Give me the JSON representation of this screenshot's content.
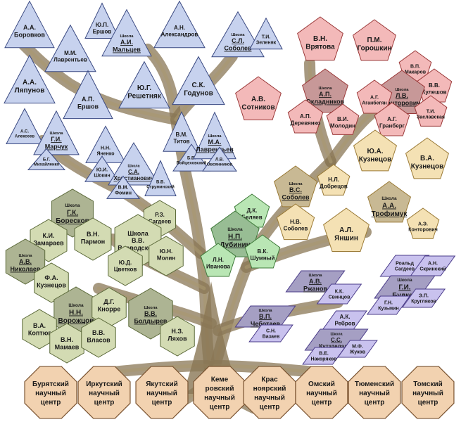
{
  "colors": {
    "blue_fill": "#c7d2ee",
    "blue_stroke": "#3b4a82",
    "red_fill": "#f3b9b9",
    "red_stroke": "#9b3a3a",
    "yellow_fill": "#f4e1b4",
    "yellow_stroke": "#9a7a36",
    "green_fill": "#b9e6b4",
    "green_stroke": "#3f7a3a",
    "olive_fill": "#d3dbb3",
    "olive_stroke": "#5c6a3a",
    "purple_fill": "#c9c2ee",
    "purple_stroke": "#4b3c8a",
    "octagon_fill": "#f2d2b0",
    "octagon_stroke": "#7a5330",
    "trunk": "#8a7755"
  },
  "blue_group": [
    {
      "name": "boroviikov",
      "lines": [
        "А.А.",
        "Боровков"
      ]
    },
    {
      "name": "ershov-yup",
      "lines": [
        "Ю.П.",
        "Ершов"
      ]
    },
    {
      "name": "maltsev",
      "school": "Школа",
      "lines": [
        "А.И.",
        "Мальцев"
      ]
    },
    {
      "name": "aleksandrov",
      "lines": [
        "А.Н.",
        "Александров"
      ]
    },
    {
      "name": "sobolev-sl",
      "school": "Школа",
      "lines": [
        "С.Л.",
        "Соболев"
      ]
    },
    {
      "name": "zelenyak",
      "lines": [
        "Т.И.",
        "Зеленяк"
      ]
    },
    {
      "name": "lavrentev-mm",
      "lines": [
        "М.М.",
        "Лаврентьев"
      ]
    },
    {
      "name": "lyapunov",
      "lines": [
        "А.А.",
        "Ляпунов"
      ]
    },
    {
      "name": "ershov-ap",
      "lines": [
        "А.П.",
        "Ершов"
      ]
    },
    {
      "name": "reshetnyak",
      "lines": [
        "Ю.Г.",
        "Решетняк"
      ]
    },
    {
      "name": "godunov",
      "lines": [
        "С.К.",
        "Годунов"
      ]
    },
    {
      "name": "alekseev",
      "lines": [
        "А.С.",
        "Алексеев"
      ]
    },
    {
      "name": "marchuk",
      "school": "Школа",
      "lines": [
        "Г.И.",
        "Марчук"
      ]
    },
    {
      "name": "mikhailenko",
      "lines": [
        "Б.Г.",
        "Михайленко"
      ]
    },
    {
      "name": "yanenko",
      "lines": [
        "Н.Н.",
        "Яненко"
      ]
    },
    {
      "name": "shokin",
      "lines": [
        "Ю.И.",
        "Шокин"
      ]
    },
    {
      "name": "khristianovich",
      "school": "Школа",
      "lines": [
        "С.А.",
        "Христианович"
      ]
    },
    {
      "name": "fomin",
      "lines": [
        "В.М.",
        "Фомин"
      ]
    },
    {
      "name": "struminsky",
      "lines": [
        "В.В.",
        "Струминский"
      ]
    },
    {
      "name": "titov",
      "lines": [
        "В.М.",
        "Титов"
      ]
    },
    {
      "name": "voitsekhovsky",
      "lines": [
        "Б.В.",
        "Войцеховский"
      ]
    },
    {
      "name": "lavrentev-ma",
      "school": "Школа",
      "lines": [
        "М.А.",
        "Лаврентьев"
      ]
    },
    {
      "name": "ovsyannikov",
      "lines": [
        "Л.В.",
        "Овсянников"
      ]
    }
  ],
  "red_group": [
    {
      "name": "vryatova",
      "lines": [
        "В.Н.",
        "Врятова"
      ]
    },
    {
      "name": "goroshkin",
      "lines": [
        "П.М.",
        "Горошкин"
      ]
    },
    {
      "name": "sotnikov",
      "lines": [
        "А.В.",
        "Сотников"
      ]
    },
    {
      "name": "okladnikov",
      "school": "Школа",
      "lines": [
        "А.П.",
        "Окладников"
      ]
    },
    {
      "name": "derevyanko",
      "lines": [
        "А.П.",
        "Деревянко"
      ]
    },
    {
      "name": "molodin",
      "lines": [
        "В.И.",
        "Молодин"
      ]
    },
    {
      "name": "makarov",
      "lines": [
        "В.П.",
        "Макаров"
      ]
    },
    {
      "name": "kuleshov",
      "lines": [
        "В.В.",
        "Кулешов"
      ]
    },
    {
      "name": "kantorovich",
      "school": "Школа",
      "lines": [
        "Л.В.",
        "Канторович"
      ]
    },
    {
      "name": "aganbegyan",
      "lines": [
        "А.Г.",
        "Аганбегян"
      ]
    },
    {
      "name": "granberg",
      "lines": [
        "А.Г.",
        "Гранберг"
      ]
    },
    {
      "name": "zaslavskaya",
      "lines": [
        "Т.И.",
        "Заславская"
      ]
    }
  ],
  "yellow_group": [
    {
      "name": "kuznetsov-yua",
      "lines": [
        "Ю.А.",
        "Кузнецов"
      ]
    },
    {
      "name": "kuznetsov-va",
      "lines": [
        "В.А.",
        "Кузнецов"
      ]
    },
    {
      "name": "sobolev-vs",
      "school": "Школа",
      "lines": [
        "В.С.",
        "Соболев"
      ]
    },
    {
      "name": "dobretsov",
      "lines": [
        "Н.Л.",
        "Добрецов"
      ]
    },
    {
      "name": "sobolev-nv",
      "lines": [
        "Н.В.",
        "Соболев"
      ]
    },
    {
      "name": "trofimuk",
      "school": "Школа",
      "lines": [
        "А.А.",
        "Трофимук"
      ]
    },
    {
      "name": "kontorovich",
      "lines": [
        "А.Э.",
        "Конторович"
      ]
    },
    {
      "name": "yanshin",
      "lines": [
        "А.Л.",
        "Яншин"
      ]
    }
  ],
  "green_group": [
    {
      "name": "belyaev",
      "lines": [
        "Д.К.",
        "Беляев"
      ]
    },
    {
      "name": "dubinin",
      "school": "Школа",
      "lines": [
        "Н.П.",
        "Дубинин"
      ]
    },
    {
      "name": "ivanova",
      "lines": [
        "Л.Н.",
        "Иванова"
      ]
    },
    {
      "name": "shumny",
      "lines": [
        "В.К.",
        "Шумный"
      ]
    }
  ],
  "olive_group": [
    {
      "name": "boreskov",
      "school": "Школа",
      "lines": [
        "Г.К.",
        "Боресков"
      ]
    },
    {
      "name": "zamaraev",
      "lines": [
        "К.И.",
        "Замараев"
      ]
    },
    {
      "name": "parmon",
      "lines": [
        "В.Н.",
        "Пармон"
      ]
    },
    {
      "name": "sagdeev",
      "lines": [
        "Р.З.",
        "Сагдеев"
      ]
    },
    {
      "name": "voevodsky",
      "lines": [
        "Школа",
        "В.В.",
        "Воеводского"
      ]
    },
    {
      "name": "molin",
      "lines": [
        "Ю.Н.",
        "Молин"
      ]
    },
    {
      "name": "tsvetkov",
      "lines": [
        "Ю.Д.",
        "Цветков"
      ]
    },
    {
      "name": "nikolaev",
      "school": "Школа",
      "lines": [
        "А.В.",
        "Николаев"
      ]
    },
    {
      "name": "kuznetsov-fa",
      "lines": [
        "Ф.А.",
        "Кузнецов"
      ]
    },
    {
      "name": "vorozhtsov",
      "school": "Школа",
      "lines": [
        "Н.Н.",
        "Ворожцов"
      ]
    },
    {
      "name": "koptyug",
      "lines": [
        "В.А.",
        "Коптюг"
      ]
    },
    {
      "name": "knorre",
      "lines": [
        "Д.Г.",
        "Кнорре"
      ]
    },
    {
      "name": "mamaev",
      "lines": [
        "В.Н.",
        "Мамаев"
      ]
    },
    {
      "name": "vlasov",
      "lines": [
        "В.В.",
        "Власов"
      ]
    },
    {
      "name": "boldyrev",
      "school": "Школа",
      "lines": [
        "В.В.",
        "Болдырев"
      ]
    },
    {
      "name": "lyakhov",
      "lines": [
        "Н.З.",
        "Ляхов"
      ]
    }
  ],
  "purple_group": [
    {
      "name": "rzhanov",
      "school": "Школа",
      "lines": [
        "А.В.",
        "Ржанов"
      ]
    },
    {
      "name": "svintsov",
      "lines": [
        "К.К.",
        "Свинцов"
      ]
    },
    {
      "name": "sagdeev-rz",
      "lines": [
        "Роальд",
        "Сагдеев"
      ]
    },
    {
      "name": "skrinsky",
      "lines": [
        "А.Н.",
        "Скринский"
      ]
    },
    {
      "name": "budker",
      "school": "Школа",
      "lines": [
        "Г.И.",
        "Будкер"
      ]
    },
    {
      "name": "kuzmin",
      "lines": [
        "Г.Н.",
        "Кузьмин"
      ]
    },
    {
      "name": "kruglyakov",
      "lines": [
        "Э.П.",
        "Кругляков"
      ]
    },
    {
      "name": "chebotaev",
      "school": "Школа",
      "lines": [
        "В.П.",
        "Чеботаев"
      ]
    },
    {
      "name": "vazaev",
      "lines": [
        "С.Н.",
        "Вазаев"
      ]
    },
    {
      "name": "rebrov",
      "lines": [
        "А.К.",
        "Ребров"
      ]
    },
    {
      "name": "kutateladze",
      "school": "Школа",
      "lines": [
        "С.С.",
        "Кутателадзе"
      ]
    },
    {
      "name": "nakoryakov",
      "lines": [
        "В.Е.",
        "Накоряков"
      ]
    },
    {
      "name": "zhukov",
      "lines": [
        "М.Ф.",
        "Жуков"
      ]
    }
  ],
  "centers": [
    {
      "name": "buryat",
      "lines": [
        "Бурятский",
        "научный",
        "центр"
      ]
    },
    {
      "name": "irkutsk",
      "lines": [
        "Иркутский",
        "научный",
        "центр"
      ]
    },
    {
      "name": "yakutsk",
      "lines": [
        "Якутский",
        "научный",
        "центр"
      ]
    },
    {
      "name": "kemerovo",
      "lines": [
        "Кеме",
        "ровский",
        "научный",
        "центр"
      ]
    },
    {
      "name": "krasnoyarsk",
      "lines": [
        "Крас",
        "ноярский",
        "научный",
        "центр"
      ]
    },
    {
      "name": "omsk",
      "lines": [
        "Омский",
        "научный",
        "центр"
      ]
    },
    {
      "name": "tyumen",
      "lines": [
        "Тюменский",
        "научный",
        "центр"
      ]
    },
    {
      "name": "tomsk",
      "lines": [
        "Томский",
        "научный",
        "центр"
      ]
    }
  ]
}
